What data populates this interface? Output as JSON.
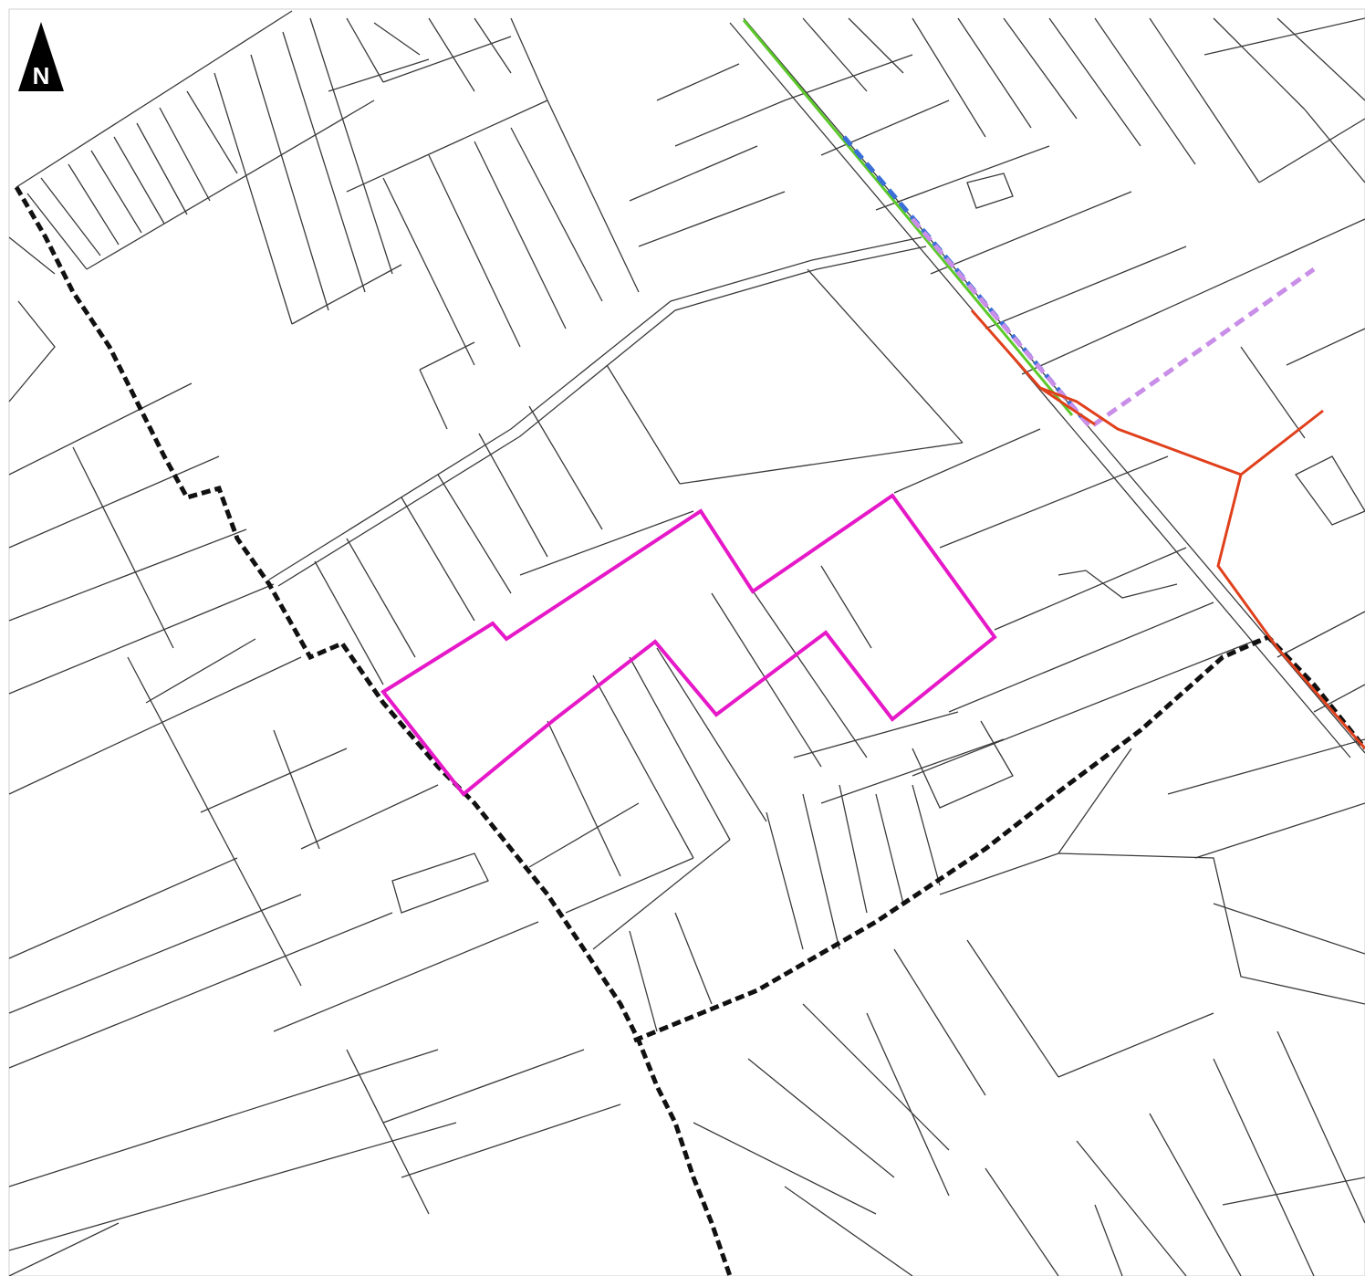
{
  "map": {
    "north_arrow": {
      "label": "N",
      "icon": "north-arrow-icon"
    },
    "colors": {
      "background": "#ffffff",
      "parcel_lines": "#3a3a3a",
      "study_area_boundary": "#111111",
      "site_outline": "#e619c8",
      "route_green": "#5cc92a",
      "route_blue": "#3a6fd8",
      "route_lilac": "#c98ee8",
      "route_red": "#e0401c"
    },
    "layers": [
      "cadastral-parcels",
      "study-area-boundary",
      "site-outline",
      "green-route",
      "blue-route",
      "lilac-route",
      "red-route"
    ]
  }
}
